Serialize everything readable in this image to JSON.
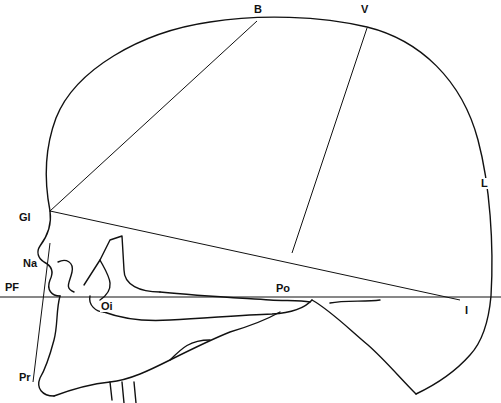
{
  "diagram": {
    "labels": [
      "B",
      "V",
      "L",
      "Gl",
      "Na",
      "PF",
      "Oi",
      "Po",
      "I",
      "Pr"
    ]
  }
}
